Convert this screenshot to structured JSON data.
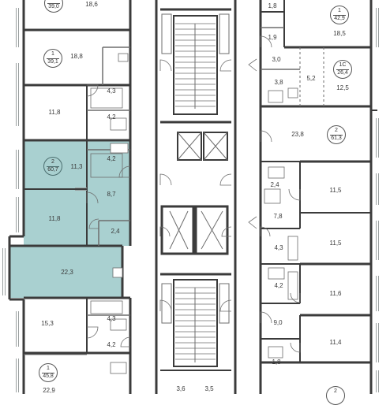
{
  "colors": {
    "selected_fill": "#a9d0d0",
    "wall": "#3b3b3b",
    "thin_wall": "#6d6d6d",
    "window": "#9aa0a0"
  },
  "units": [
    {
      "id": "u1-top",
      "num": "1",
      "area": "39,0",
      "selected": false
    },
    {
      "id": "u1-39-1",
      "num": "1",
      "area": "39,1",
      "selected": false
    },
    {
      "id": "u2-60-7",
      "num": "2",
      "area": "60,7",
      "selected": true
    },
    {
      "id": "u1-45-8",
      "num": "1",
      "area": "45,8",
      "selected": false
    },
    {
      "id": "u1-42-9",
      "num": "1",
      "area": "42,9",
      "selected": false
    },
    {
      "id": "u1c-26-4",
      "num": "1С",
      "area": "26,4",
      "selected": false
    },
    {
      "id": "u2-61-3",
      "num": "2",
      "area": "61,3",
      "selected": false
    },
    {
      "id": "u-bottom-right",
      "num": "2",
      "area": "",
      "selected": false
    }
  ],
  "rooms": [
    "18,6",
    "18,8",
    "4,3",
    "4,2",
    "11,8",
    "11,3",
    "4,2",
    "8,7",
    "11,8",
    "2,4",
    "22,3",
    "15,3",
    "4,3",
    "4,2",
    "22,9",
    "1,8",
    "18,5",
    "1,9",
    "3,0",
    "3,8",
    "5,2",
    "12,5",
    "23,8",
    "2,4",
    "11,5",
    "7,8",
    "11,5",
    "4,3",
    "4,2",
    "11,6",
    "9,0",
    "11,4",
    "1,8",
    "3,6",
    "3,5"
  ]
}
